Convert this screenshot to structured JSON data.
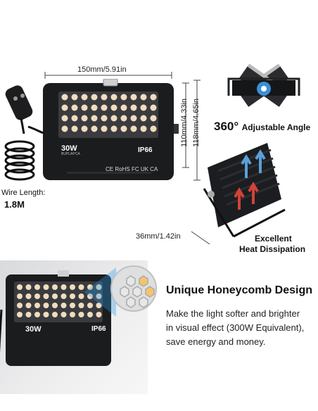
{
  "dimensions": {
    "width_label": "150mm/5.91in",
    "height_label_a": "110mm/4.33in",
    "height_label_b": "118mm/4.65in",
    "depth_label": "36mm/1.42in"
  },
  "wire": {
    "caption": "Wire Length:",
    "value": "1.8M"
  },
  "product": {
    "wattage": "30W",
    "wattage_sub": "BUPLAPCA",
    "ip_rating": "IP66",
    "cert_marks": [
      "CE",
      "RoHS",
      "FC",
      "UK CA"
    ]
  },
  "features": {
    "angle_degrees": "360°",
    "angle_label": "Adjustable Angle",
    "heat_line1": "Excellent",
    "heat_line2": "Heat Dissipation"
  },
  "honeycomb": {
    "title": "Unique Honeycomb Design",
    "description_lines": [
      "Make the light softer and brighter",
      "in visual effect (300W Equivalent),",
      "save energy and money."
    ],
    "wattage": "30W",
    "ip_rating": "IP66"
  },
  "colors": {
    "housing": "#1b1c1e",
    "led": "#f2dcc0",
    "led_warm": "#f5c46a",
    "arrow_red": "#d2423a",
    "arrow_blue": "#5aa0d8",
    "honeycomb_glow": "#2f9be6"
  }
}
